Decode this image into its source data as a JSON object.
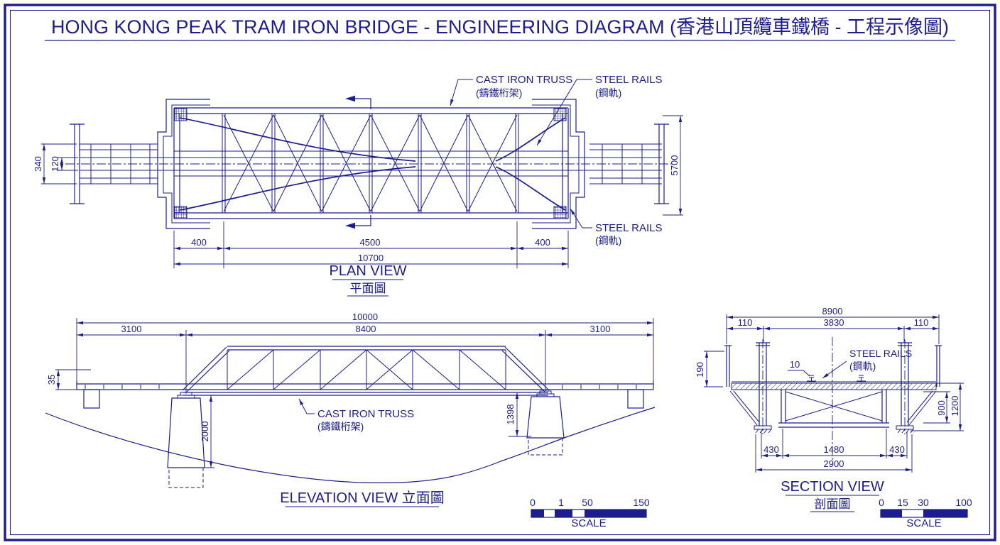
{
  "page": {
    "title": "HONG KONG PEAK TRAM IRON BRIDGE - ENGINEERING DIAGRAM (香港山頂纜車鐵橋 - 工程示像圖)"
  },
  "colors": {
    "ink": "#1d1d8f",
    "paper": "#ffffff"
  },
  "plan_view": {
    "title_en": "PLAN VIEW",
    "title_zh": "平面圖",
    "label_cast_iron_truss_en": "CAST IRON TRUSS",
    "label_cast_iron_truss_zh": "(鑄鐵桁架)",
    "label_steel_rails_top_en": "STEEL RAILS",
    "label_steel_rails_top_zh": "(鋼軌)",
    "label_steel_rails_bottom_en": "STEEL RAILS",
    "label_steel_rails_bottom_zh": "(鋼軌)",
    "dim_track_outer": "340",
    "dim_track_gauge": "120",
    "dim_truss_width": "5700",
    "dim_left_bay": "400",
    "dim_mid_span": "4500",
    "dim_right_bay": "400",
    "dim_overall_length": "10700"
  },
  "elevation_view": {
    "title": "ELEVATION VIEW 立面圖",
    "label_cast_iron_truss_en": "CAST IRON TRUSS",
    "label_cast_iron_truss_zh": "(鑄鐵桁架)",
    "dim_overall": "10000",
    "dim_left_approach": "3100",
    "dim_truss_span": "8400",
    "dim_right_approach": "3100",
    "dim_deck_edge": "35",
    "dim_left_pier_height": "2000",
    "dim_right_pier_height": "1398"
  },
  "section_view": {
    "title_en": "SECTION VIEW",
    "title_zh": "剖面圖",
    "label_steel_rails_en": "STEEL RAILS",
    "label_steel_rails_zh": "(鋼軌)",
    "dim_overall_width": "8900",
    "dim_left_edge": "110",
    "dim_inner_width": "3830",
    "dim_right_edge": "110",
    "dim_rail_detail": "10",
    "dim_parapet_height": "190",
    "dim_frame_depth": "900",
    "dim_overall_depth": "1200",
    "dim_base_left": "430",
    "dim_base_mid": "1480",
    "dim_base_right": "430",
    "dim_base_overall": "2900"
  },
  "scale_bar_main": {
    "ticks": [
      "0",
      "1",
      "50",
      "150"
    ],
    "label": "SCALE"
  },
  "scale_bar_section": {
    "ticks": [
      "0",
      "15",
      "30",
      "100"
    ],
    "label": "SCALE"
  }
}
